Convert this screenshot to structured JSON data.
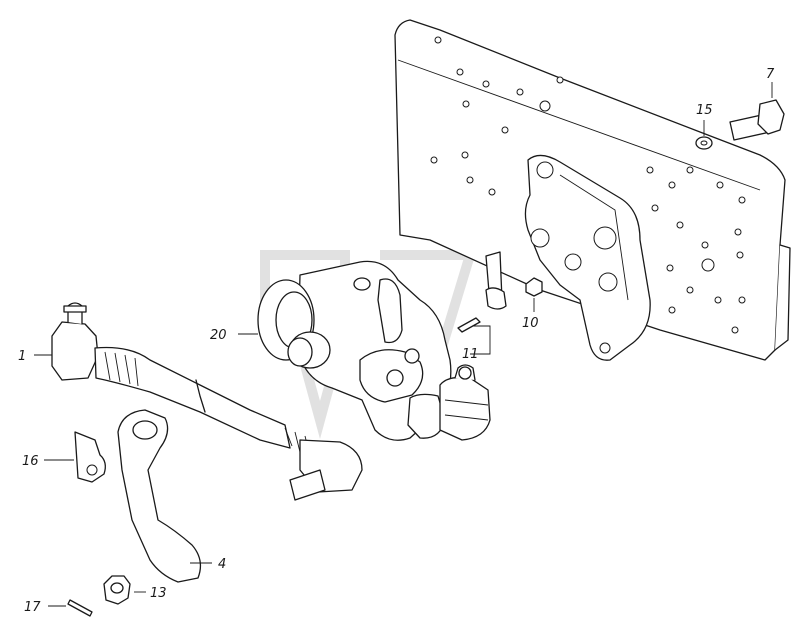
{
  "labels": {
    "l1": "1",
    "l4": "4",
    "l7": "7",
    "l10": "10",
    "l11": "11",
    "l13": "13",
    "l15": "15",
    "l16": "16",
    "l17": "17",
    "l20": "20"
  }
}
